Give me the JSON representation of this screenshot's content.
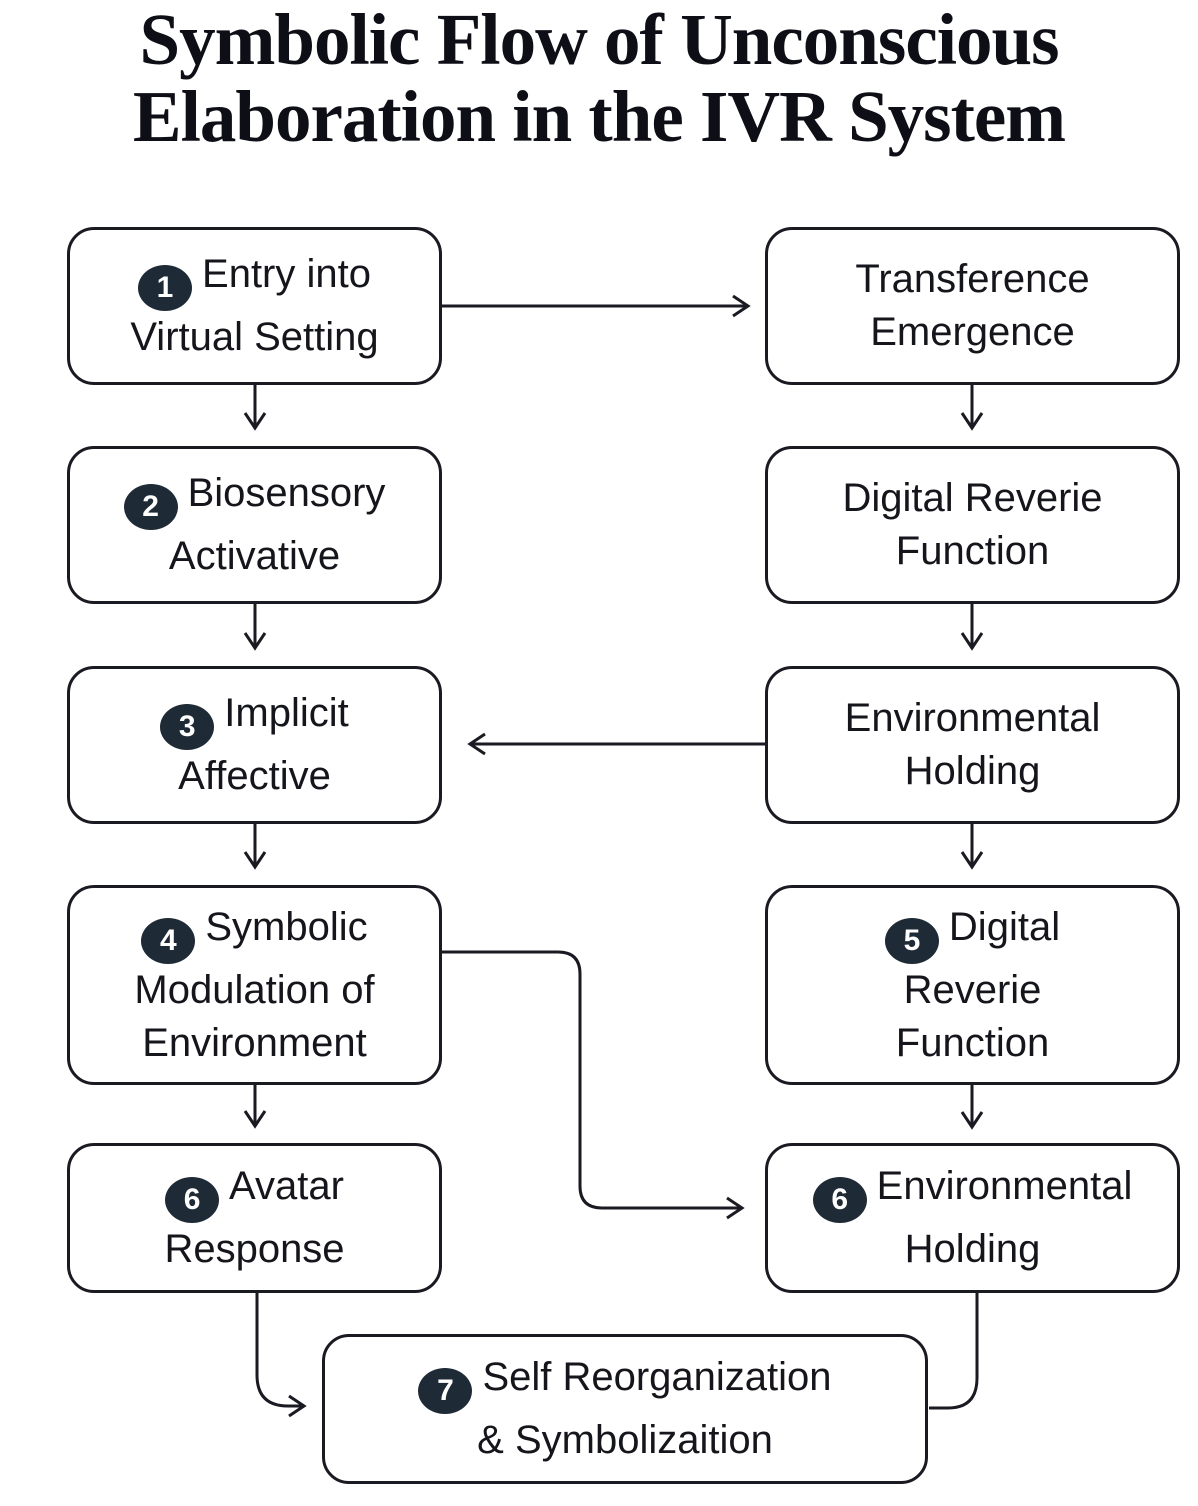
{
  "title": "Symbolic Flow of Unconscious Elaboration in the IVR System",
  "colors": {
    "line": "#1a1a22",
    "badge_bg": "#1e2a36",
    "badge_text": "#ffffff",
    "box_bg": "#ffffff",
    "text": "#15151c"
  },
  "boxes": [
    {
      "num": "1",
      "label": "Entry into Virtual Setting"
    },
    {
      "label": "Transference Emergence"
    },
    {
      "num": "2",
      "label": "Biosensory Activative"
    },
    {
      "label": "Digital Reverie Function"
    },
    {
      "num": "3",
      "label": "Implicit Affective"
    },
    {
      "label": "Environmental Holding"
    },
    {
      "num": "4",
      "label": "Symbolic Modulation of Environment"
    },
    {
      "num": "5",
      "label": "Digital Reverie Function"
    },
    {
      "num": "6",
      "label": "Avatar Response"
    },
    {
      "num": "6",
      "label": "Environmental Holding"
    },
    {
      "num": "7",
      "label": "Self Reorganization & Symbolizaition"
    }
  ]
}
